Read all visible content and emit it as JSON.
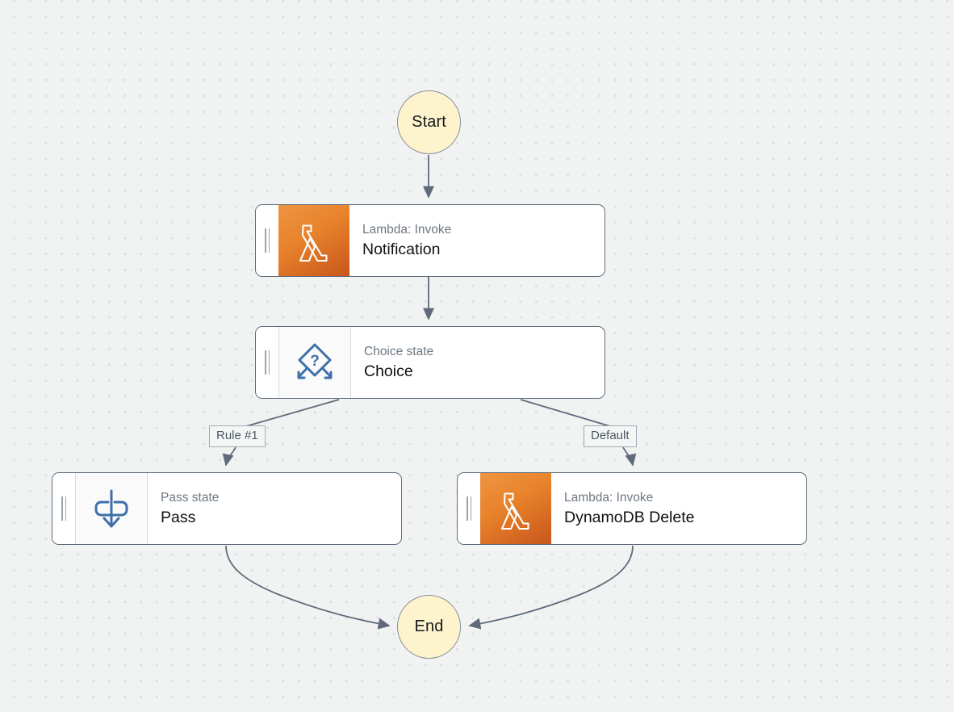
{
  "canvas": {
    "background_color": "#f1f3f3",
    "grid_dot_color": "#dcdfdf",
    "edge_color": "#5f6b7a"
  },
  "workflow": {
    "start": {
      "label": "Start"
    },
    "end": {
      "label": "End"
    },
    "nodes": [
      {
        "id": "notification",
        "kind": "Lambda: Invoke",
        "title": "Notification",
        "icon": "aws-lambda-icon",
        "icon_style": "lambda",
        "accent": "#e8832b"
      },
      {
        "id": "choice",
        "kind": "Choice state",
        "title": "Choice",
        "icon": "choice-diamond-icon",
        "icon_style": "blue",
        "accent": "#3f6fa8"
      },
      {
        "id": "pass",
        "kind": "Pass state",
        "title": "Pass",
        "icon": "pass-arrow-icon",
        "icon_style": "blue",
        "accent": "#3f6fa8"
      },
      {
        "id": "dynamodb_delete",
        "kind": "Lambda: Invoke",
        "title": "DynamoDB Delete",
        "icon": "aws-lambda-icon",
        "icon_style": "lambda",
        "accent": "#e8832b"
      }
    ],
    "edge_labels": [
      {
        "id": "rule1",
        "label": "Rule #1"
      },
      {
        "id": "default",
        "label": "Default"
      }
    ]
  }
}
